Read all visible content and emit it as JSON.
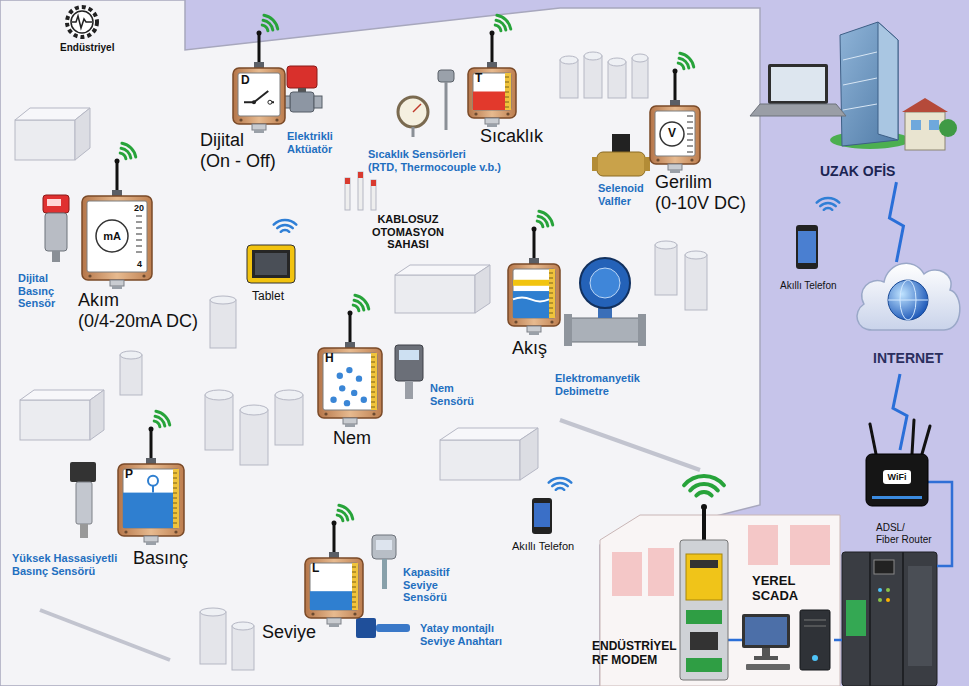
{
  "diagram": {
    "nodes": [
      {
        "text": [
          "D",
          "Dijital (On - Off)"
        ]
      },
      {
        "text": [
          "T",
          "Sıcaklık"
        ]
      },
      {
        "text": [
          "V",
          "Gerilim (0-10V DC)"
        ]
      },
      {
        "text": [
          "UZAK OFİS"
        ]
      },
      {
        "text": [
          "20",
          "mA",
          "4",
          "Akım (0/4-20mA DC)"
        ]
      },
      {
        "text": [
          "Akış"
        ]
      },
      {
        "text": [
          "INTERNET"
        ]
      },
      {
        "text": [
          "H",
          "Nem"
        ]
      },
      {
        "text": [
          "WiFi",
          "ADSL/ Fiber Router"
        ]
      },
      {
        "text": [
          "P",
          "Basınç"
        ]
      },
      {
        "text": [
          "L",
          "Seviye"
        ]
      },
      {
        "text": [
          "ENDÜSTRİYEL RF MODEM"
        ]
      },
      {
        "text": [
          "YEREL SCADA"
        ]
      }
    ],
    "edges": [
      {
        "from": 11,
        "to": 12,
        "arrow": "none"
      },
      {
        "from": 8,
        "to": 6,
        "arrow": "none"
      },
      {
        "from": 6,
        "to": 3,
        "arrow": "none"
      }
    ],
    "labels": [
      "Endüstriyel",
      "Elektrikli Aktüatör",
      "Sıcaklık Sensörleri (RTD, Thermocouple v.b.)",
      "Selenoid Valfler",
      "KABLOSUZ OTOMASYON SAHASI",
      "Tablet",
      "Dijital Basınç Sensör",
      "Elektromanyetik Debimetre",
      "Nem Sensörü",
      "Yüksek Hassasiyetli Basınç Sensörü",
      "Kapasitif Seviye Sensörü",
      "Yatay montajlı Seviye Anahtarı",
      "Akıllı Telefon",
      "Akıllı Telefon"
    ]
  }
}
